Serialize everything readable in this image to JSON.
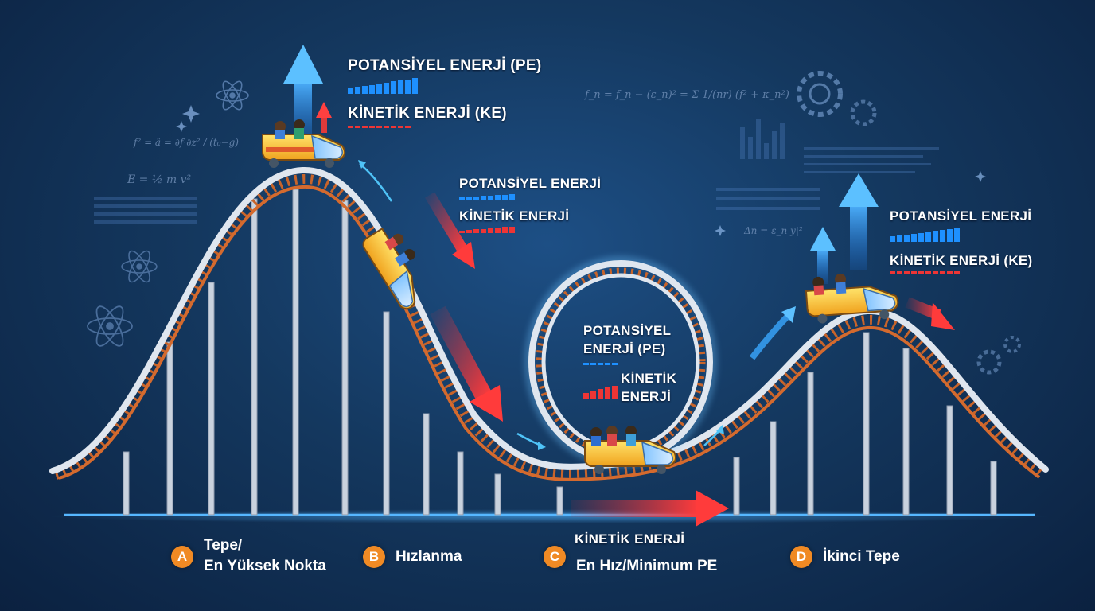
{
  "colors": {
    "potential_energy": "#1e90ff",
    "kinetic_energy": "#ee3535",
    "badge": "#f08a24",
    "track_rail": "#d7dee8",
    "track_ties": "#c8642a",
    "background": "#14385f"
  },
  "icons": [
    "atom-icon",
    "gear-icon",
    "sparkle-icon",
    "up-arrow-icon",
    "down-arrow-icon",
    "right-arrow-icon",
    "coaster-car-icon"
  ],
  "formulas": {
    "f1": "f² = â = ∂f·∂z² / (t₀−g)",
    "f2": "E = ½ m v²",
    "f3": "f_n = f_n − (ε_n)² = Σ 1/(nr) (f² + κ_n²)",
    "f4": "Δn = ε_n y|²"
  },
  "labels": {
    "top": {
      "pe": "POTANSİYEL ENERJİ (PE)",
      "ke": "KİNETİK ENERJİ (KE)",
      "pe_level": 0.9,
      "ke_level": 0.3
    },
    "descent": {
      "pe": "POTANSİYEL ENERJİ",
      "ke": "KİNETİK ENERJİ",
      "pe_level": 0.5,
      "ke_level": 0.6
    },
    "loop": {
      "pe_line1": "POTANSİYEL",
      "pe_line2": "ENERJİ (PE)",
      "ke_line1": "KİNETİK",
      "ke_line2": "ENERJİ",
      "pe_level": 0.3,
      "ke_level": 0.8
    },
    "second": {
      "pe": "POTANSİYEL ENERJİ",
      "ke": "KİNETİK ENERJİ (KE)",
      "pe_level": 0.8,
      "ke_level": 0.3
    },
    "bottom_ke": "KİNETİK ENERJİ"
  },
  "stages": [
    {
      "badge": "A",
      "line1": "Tepe/",
      "line2": "En Yüksek Nokta"
    },
    {
      "badge": "B",
      "line1": "Hızlanma",
      "line2": ""
    },
    {
      "badge": "C",
      "line1": "",
      "line2": "En Hız/Minimum PE"
    },
    {
      "badge": "D",
      "line1": "İkinci Tepe",
      "line2": ""
    }
  ]
}
